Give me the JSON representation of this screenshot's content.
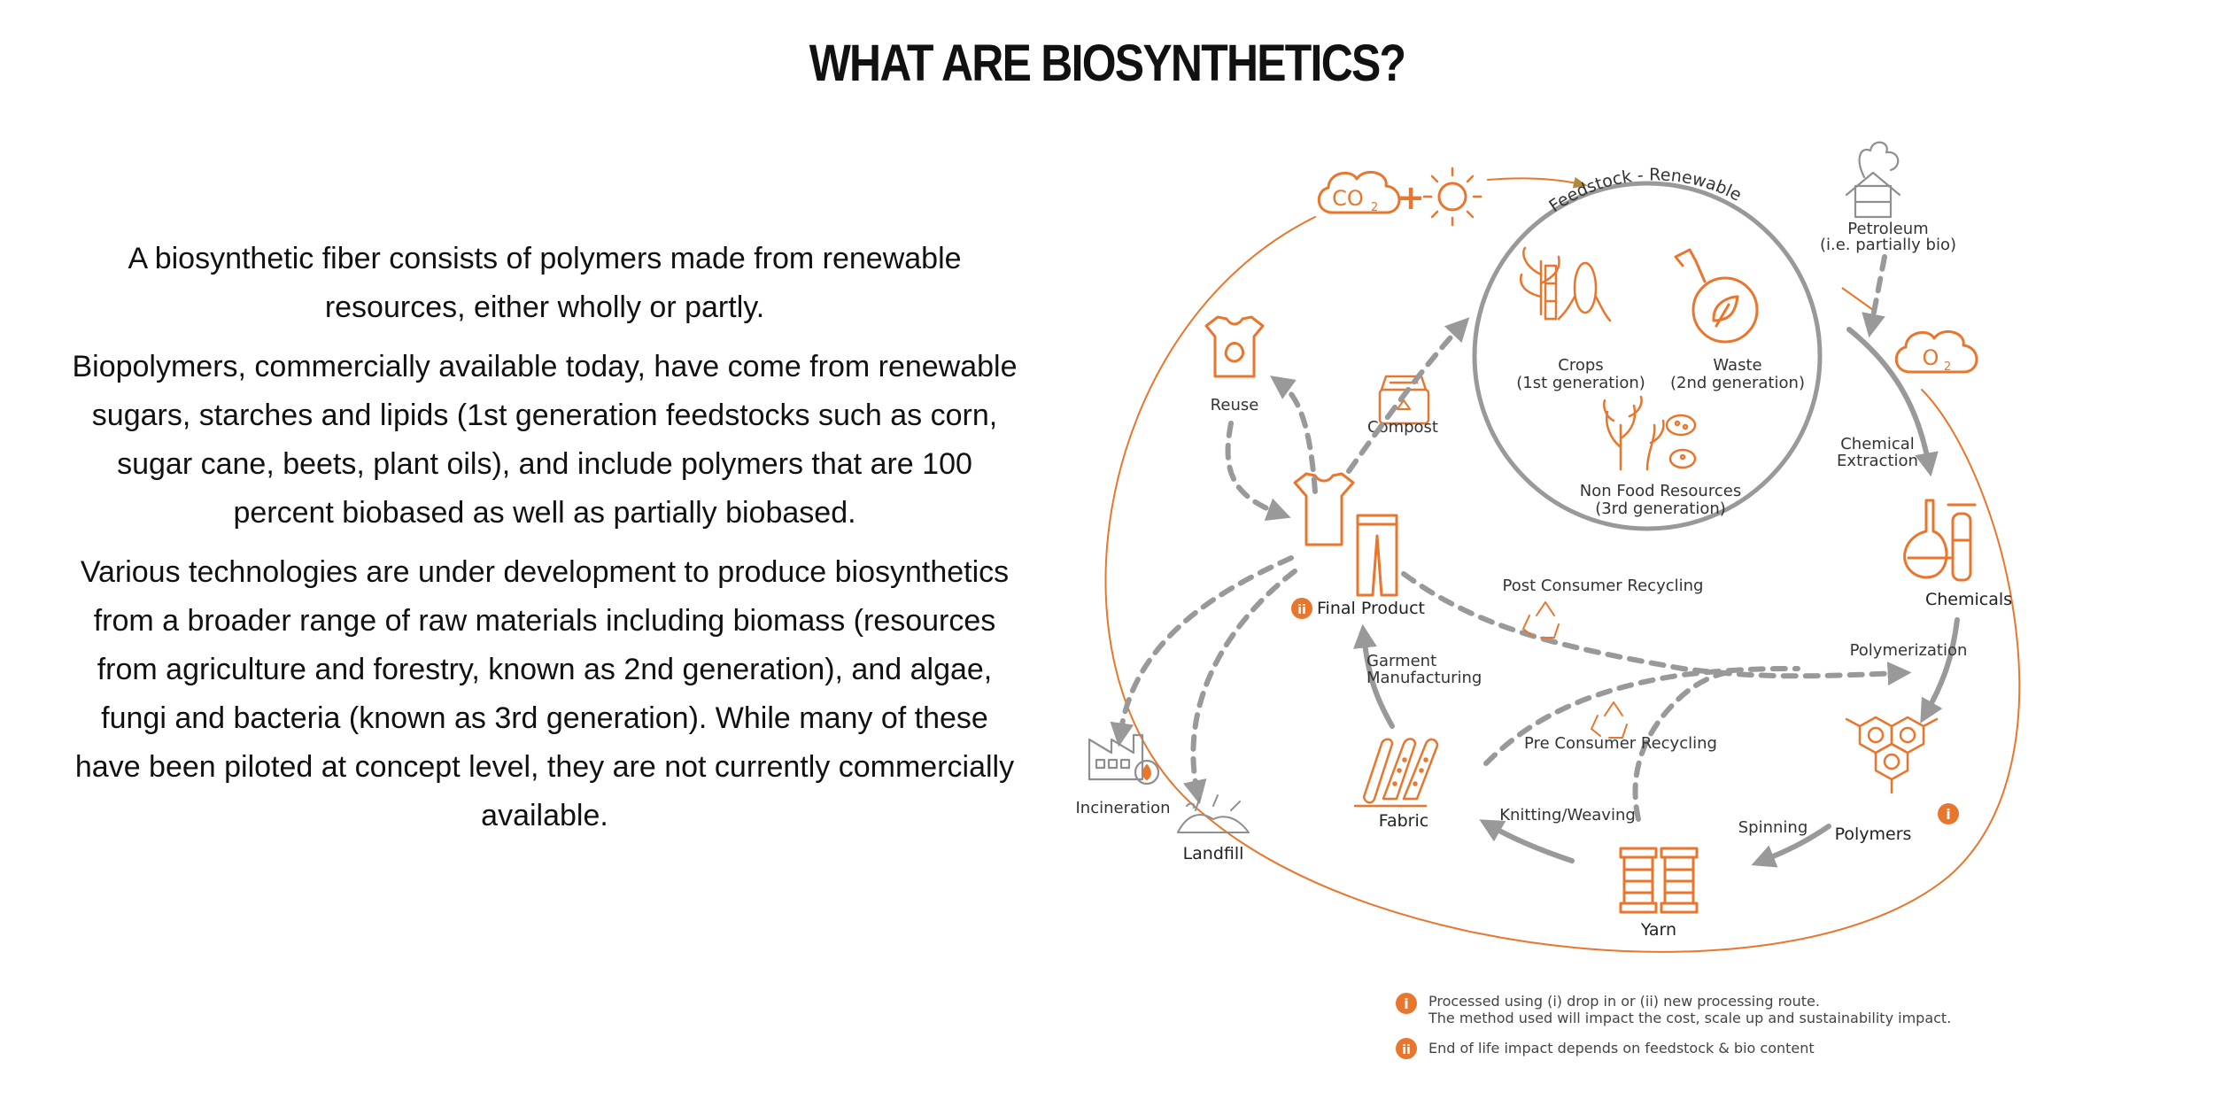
{
  "title": "WHAT ARE BIOSYNTHETICS?",
  "intro": {
    "paragraphs": [
      "A biosynthetic fiber consists of polymers made from renewable resources, either wholly or partly.",
      "Biopolymers, commercially available today, have come from renewable sugars, starches and lipids (1st generation feedstocks such as corn, sugar cane, beets, plant oils), and include polymers that are 100 percent biobased as well as partially biobased.",
      "Various technologies are under development to produce biosynthetics from a broader range of raw materials including biomass (resources from agriculture and forestry, known as 2nd generation), and algae, fungi and bacteria (known as 3rd generation). While many of these have been piloted at concept level, they are not currently commercially available."
    ]
  },
  "diagram": {
    "co2": "CO",
    "co2_sub": "2",
    "plus": "+",
    "o2": "O",
    "o2_sub": "2",
    "feedstock_label": "Feedstock - Renewable",
    "crops": [
      "Crops",
      "(1st generation)"
    ],
    "waste": [
      "Waste",
      "(2nd generation)"
    ],
    "nonfood": [
      "Non Food Resources",
      "(3rd generation)"
    ],
    "petroleum": [
      "Petroleum",
      "(i.e. partially bio)"
    ],
    "chemical_extraction": [
      "Chemical",
      "Extraction"
    ],
    "chemicals": "Chemicals",
    "polymerization": "Polymerization",
    "polymers": "Polymers",
    "spinning": "Spinning",
    "yarn": "Yarn",
    "knitting": "Knitting/Weaving",
    "fabric": "Fabric",
    "garment": [
      "Garment",
      "Manufacturing"
    ],
    "final_product": "Final Product",
    "reuse": "Reuse",
    "compost": "Compost",
    "post_consumer": "Post Consumer Recycling",
    "pre_consumer": "Pre Consumer Recycling",
    "incineration": "Incineration",
    "landfill": "Landfill",
    "badge_i": "i",
    "badge_ii": "ii"
  },
  "legend": {
    "items": [
      {
        "badge": "i",
        "lines": [
          "Processed using (i) drop in or (ii) new processing route.",
          "The method used will impact the cost, scale up and sustainability impact."
        ]
      },
      {
        "badge": "ii",
        "lines": [
          "End of life impact depends on feedstock & bio content"
        ]
      }
    ]
  },
  "colors": {
    "accent": "#e8762c",
    "arrow": "#999999",
    "text": "#111111"
  }
}
